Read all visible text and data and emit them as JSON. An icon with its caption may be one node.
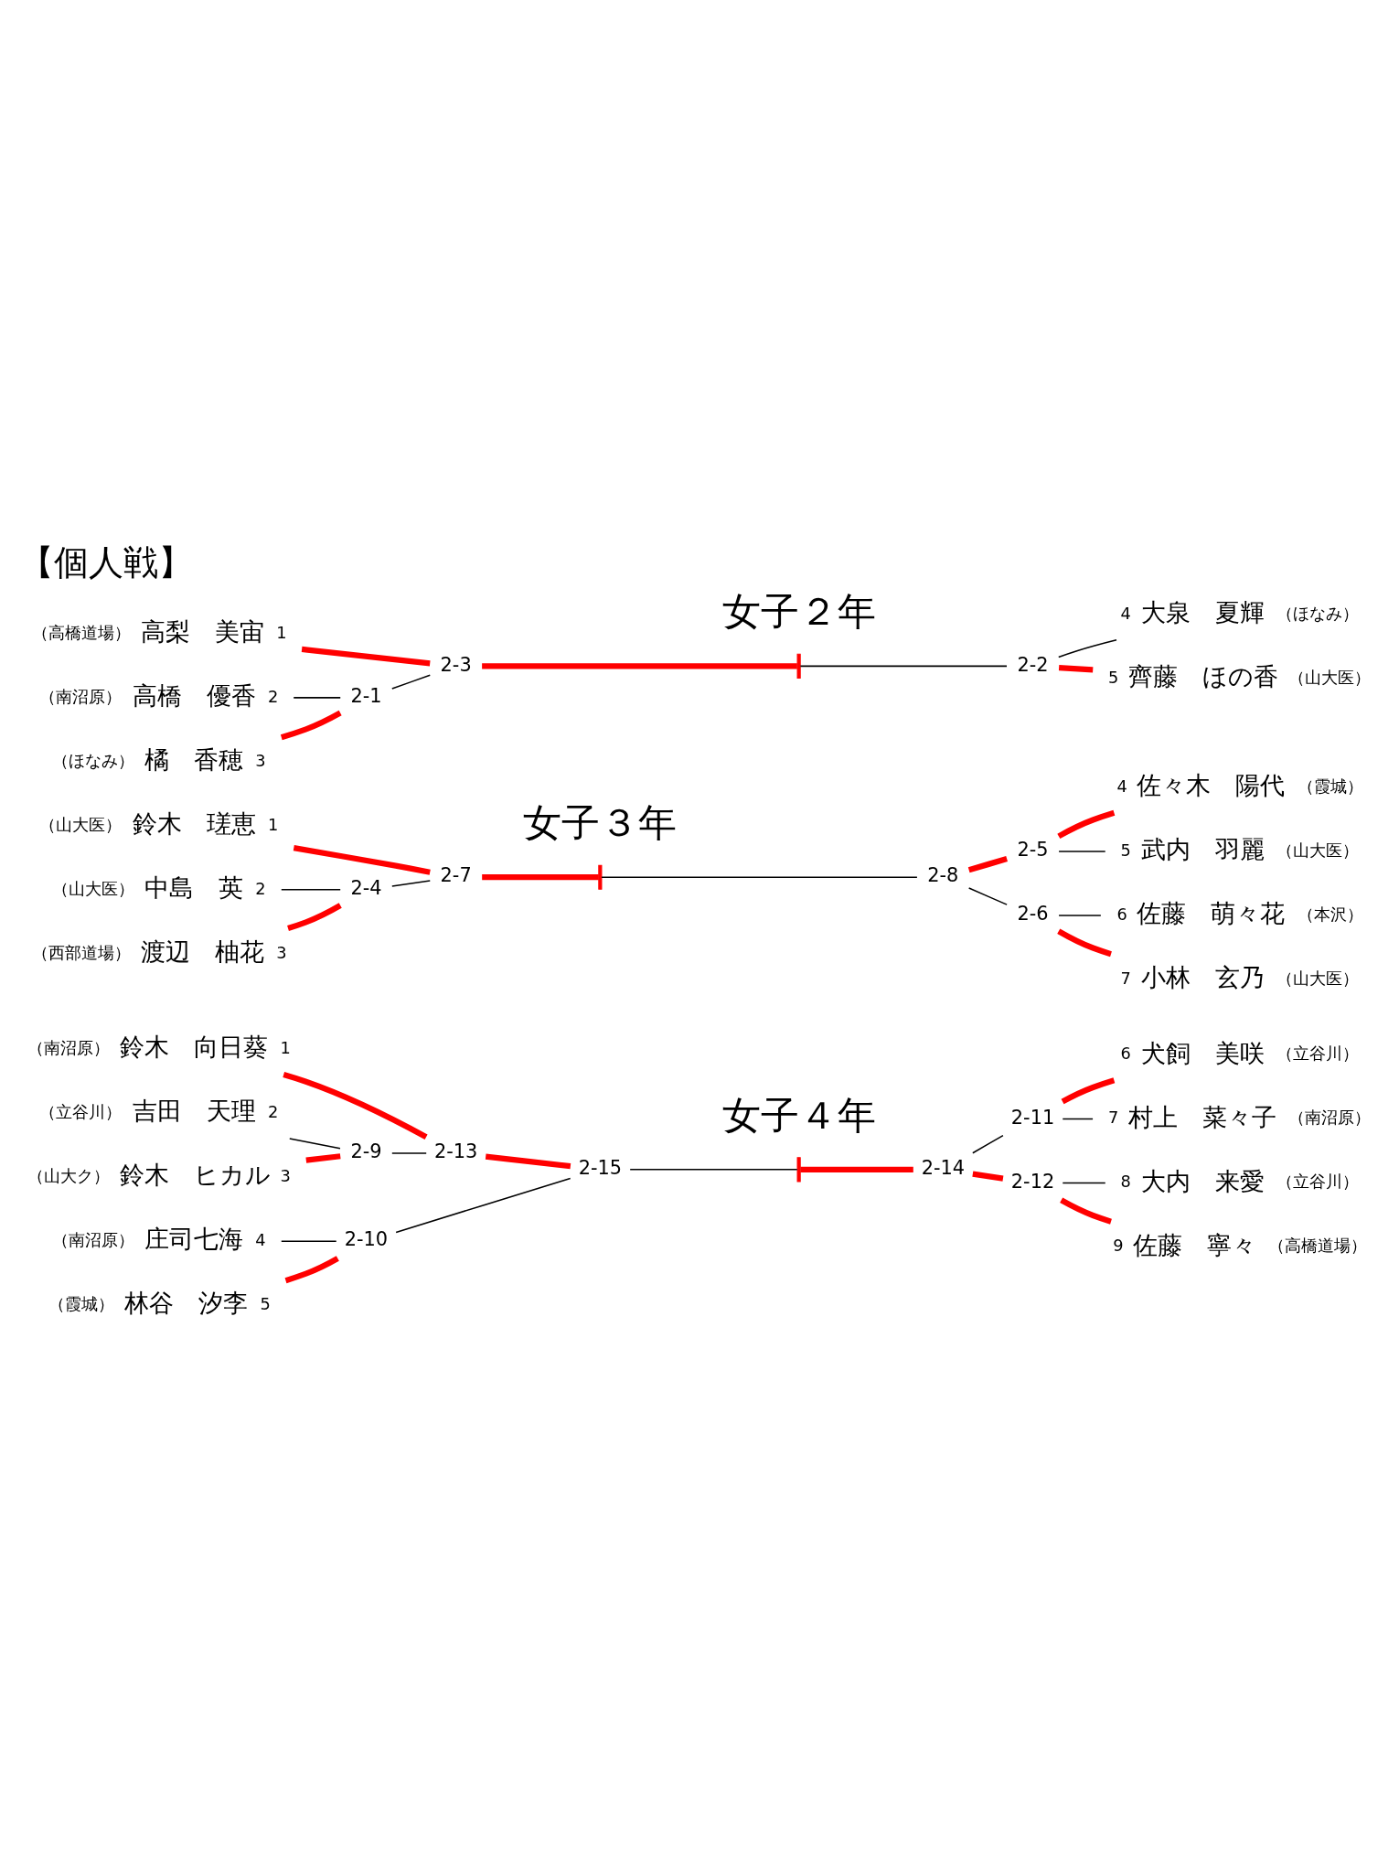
{
  "diagram": {
    "title": "【個人戦】",
    "nodes": [
      {
        "text": [
          "（高橋道場）",
          "高梨　美宙",
          "1"
        ]
      },
      {
        "text": [
          "（南沼原）",
          "高橋　優香",
          "2"
        ]
      },
      {
        "text": [
          "（ほなみ）",
          "橘　香穂",
          "3"
        ]
      },
      {
        "text": [
          "2-1"
        ]
      },
      {
        "text": [
          "2-3"
        ]
      },
      {
        "text": [],
        "shape": "bar"
      },
      {
        "text": [
          "2-2"
        ]
      },
      {
        "text": [
          "4",
          "大泉　夏輝",
          "（ほなみ）"
        ]
      },
      {
        "text": [
          "5",
          "齊藤　ほの香",
          "（山大医）"
        ]
      },
      {
        "text": [
          "（山大医）",
          "鈴木　瑳恵",
          "1"
        ]
      },
      {
        "text": [
          "（山大医）",
          "中島　英",
          "2"
        ]
      },
      {
        "text": [
          "（西部道場）",
          "渡辺　柚花",
          "3"
        ]
      },
      {
        "text": [
          "2-4"
        ]
      },
      {
        "text": [
          "2-7"
        ]
      },
      {
        "text": [],
        "shape": "bar"
      },
      {
        "text": [
          "2-8"
        ]
      },
      {
        "text": [
          "2-5"
        ]
      },
      {
        "text": [
          "2-6"
        ]
      },
      {
        "text": [
          "4",
          "佐々木　陽代",
          "（霞城）"
        ]
      },
      {
        "text": [
          "5",
          "武内　羽麗",
          "（山大医）"
        ]
      },
      {
        "text": [
          "6",
          "佐藤　萌々花",
          "（本沢）"
        ]
      },
      {
        "text": [
          "7",
          "小林　玄乃",
          "（山大医）"
        ]
      },
      {
        "text": [
          "（南沼原）",
          "鈴木　向日葵",
          "1"
        ]
      },
      {
        "text": [
          "（立谷川）",
          "吉田　天理",
          "2"
        ]
      },
      {
        "text": [
          "（山大ク）",
          "鈴木　ヒカル",
          "3"
        ]
      },
      {
        "text": [
          "（南沼原）",
          "庄司七海",
          "4"
        ]
      },
      {
        "text": [
          "（霞城）",
          "林谷　汐李",
          "5"
        ]
      },
      {
        "text": [
          "2-9"
        ]
      },
      {
        "text": [
          "2-13"
        ]
      },
      {
        "text": [
          "2-10"
        ]
      },
      {
        "text": [
          "2-15"
        ]
      },
      {
        "text": [],
        "shape": "bar"
      },
      {
        "text": [
          "2-14"
        ]
      },
      {
        "text": [
          "2-11"
        ]
      },
      {
        "text": [
          "2-12"
        ]
      },
      {
        "text": [
          "6",
          "犬飼　美咲",
          "（立谷川）"
        ]
      },
      {
        "text": [
          "7",
          "村上　菜々子",
          "（南沼原）"
        ]
      },
      {
        "text": [
          "8",
          "大内　来愛",
          "（立谷川）"
        ]
      },
      {
        "text": [
          "9",
          "佐藤　寧々",
          "（高橋道場）"
        ]
      }
    ],
    "edges": [
      {
        "from": 1,
        "to": 3,
        "arrow": "none"
      },
      {
        "from": 2,
        "to": 3,
        "arrow": "none",
        "style": "thick",
        "color": "#ff0000"
      },
      {
        "from": 0,
        "to": 4,
        "arrow": "none",
        "style": "thick",
        "color": "#ff0000"
      },
      {
        "from": 3,
        "to": 4,
        "arrow": "none"
      },
      {
        "from": 4,
        "to": 5,
        "arrow": "none",
        "style": "thick",
        "color": "#ff0000"
      },
      {
        "from": 5,
        "to": 6,
        "arrow": "none"
      },
      {
        "from": 6,
        "to": 7,
        "arrow": "none"
      },
      {
        "from": 6,
        "to": 8,
        "arrow": "none",
        "style": "thick",
        "color": "#ff0000"
      },
      {
        "from": 10,
        "to": 12,
        "arrow": "none"
      },
      {
        "from": 11,
        "to": 12,
        "arrow": "none",
        "style": "thick",
        "color": "#ff0000"
      },
      {
        "from": 9,
        "to": 13,
        "arrow": "none",
        "style": "thick",
        "color": "#ff0000"
      },
      {
        "from": 12,
        "to": 13,
        "arrow": "none"
      },
      {
        "from": 13,
        "to": 14,
        "arrow": "none",
        "style": "thick",
        "color": "#ff0000"
      },
      {
        "from": 14,
        "to": 15,
        "arrow": "none"
      },
      {
        "from": 15,
        "to": 16,
        "arrow": "none",
        "style": "thick",
        "color": "#ff0000"
      },
      {
        "from": 15,
        "to": 17,
        "arrow": "none"
      },
      {
        "from": 16,
        "to": 18,
        "arrow": "none",
        "style": "thick",
        "color": "#ff0000"
      },
      {
        "from": 16,
        "to": 19,
        "arrow": "none"
      },
      {
        "from": 17,
        "to": 20,
        "arrow": "none"
      },
      {
        "from": 17,
        "to": 21,
        "arrow": "none",
        "style": "thick",
        "color": "#ff0000"
      },
      {
        "from": 23,
        "to": 27,
        "arrow": "none"
      },
      {
        "from": 24,
        "to": 27,
        "arrow": "none",
        "style": "thick",
        "color": "#ff0000"
      },
      {
        "from": 22,
        "to": 28,
        "arrow": "none",
        "style": "thick",
        "color": "#ff0000"
      },
      {
        "from": 27,
        "to": 28,
        "arrow": "none"
      },
      {
        "from": 25,
        "to": 29,
        "arrow": "none"
      },
      {
        "from": 26,
        "to": 29,
        "arrow": "none",
        "style": "thick",
        "color": "#ff0000"
      },
      {
        "from": 28,
        "to": 30,
        "arrow": "none",
        "style": "thick",
        "color": "#ff0000"
      },
      {
        "from": 29,
        "to": 30,
        "arrow": "none"
      },
      {
        "from": 30,
        "to": 31,
        "arrow": "none"
      },
      {
        "from": 31,
        "to": 32,
        "arrow": "none",
        "style": "thick",
        "color": "#ff0000"
      },
      {
        "from": 32,
        "to": 33,
        "arrow": "none"
      },
      {
        "from": 32,
        "to": 34,
        "arrow": "none",
        "style": "thick",
        "color": "#ff0000"
      },
      {
        "from": 33,
        "to": 35,
        "arrow": "none",
        "style": "thick",
        "color": "#ff0000"
      },
      {
        "from": 33,
        "to": 36,
        "arrow": "none"
      },
      {
        "from": 34,
        "to": 37,
        "arrow": "none"
      },
      {
        "from": 34,
        "to": 38,
        "arrow": "none",
        "style": "thick",
        "color": "#ff0000"
      }
    ],
    "labels": [
      "女子２年",
      "女子３年",
      "女子４年"
    ]
  }
}
